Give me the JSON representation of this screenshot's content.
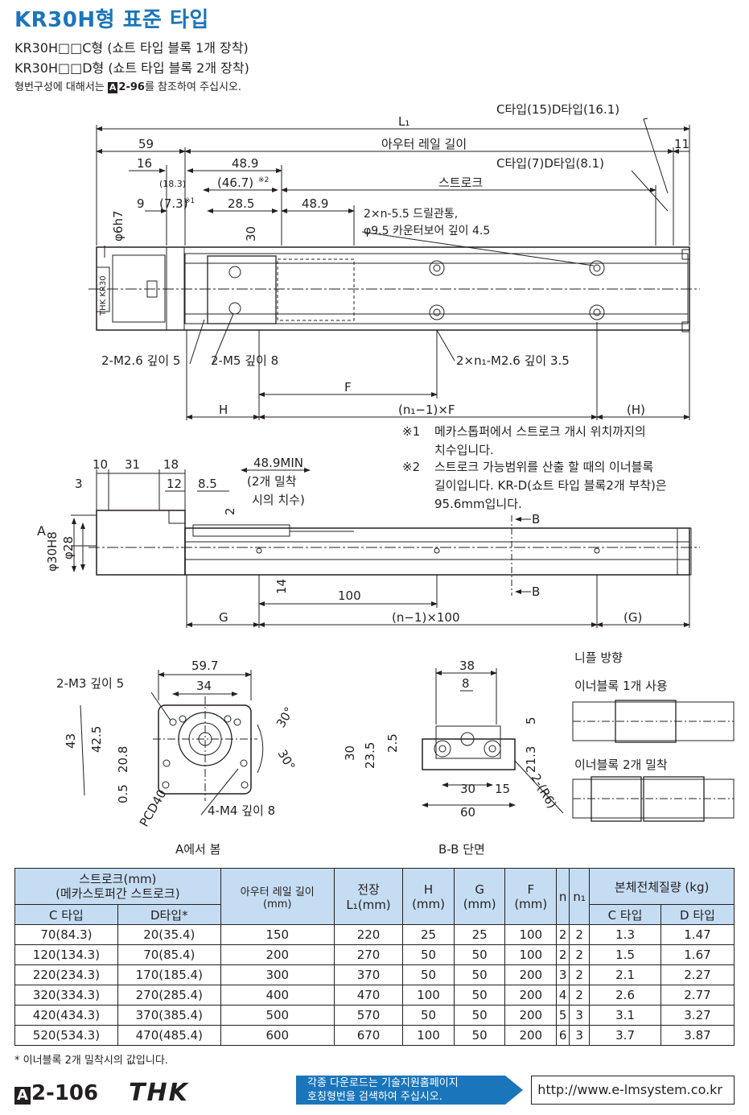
{
  "header": {
    "title": "KR30H형 표준 타입",
    "sub1": "KR30H□□C형 (쇼트 타입 블록 1개 장착)",
    "sub2": "KR30H□□D형 (쇼트 타입 블록 2개 장착)",
    "note_pre": "형번구성에 대해서는 ",
    "note_ref_mark": "A",
    "note_ref": "2-96",
    "note_post": "를 참조하여 주십시오."
  },
  "top_view": {
    "L1": "L₁",
    "d59": "59",
    "outer_rail": "아우터 레일 길이",
    "d11": "11",
    "c15": "C타입(15)D타입(16.1)",
    "c7": "C타입(7)D타입(8.1)",
    "d16": "16",
    "d18_3": "(18.3)",
    "d48_9": "48.9",
    "d46_7": "(46.7)",
    "mark2": "※2",
    "stroke": "스트로크",
    "d9": "9",
    "d7_3": "(7.3)",
    "mark1": "※1",
    "d28_5": "28.5",
    "d48_9b": "48.9",
    "drill1": "2×n-5.5 드릴관통,",
    "drill2": "φ9.5 카운터보어 깊이 4.5",
    "phi6h7": "φ6h7",
    "d30": "30",
    "label_thk": "THK KR30",
    "m26": "2-M2.6 깊이 5",
    "m5": "2-M5 깊이 8",
    "n1m26": "2×n₁-M2.6 깊이 3.5",
    "F": "F",
    "H": "H",
    "n1F": "(n₁−1)×F",
    "Hp": "(H)"
  },
  "notes": {
    "n1_mark": "※1",
    "n1_a": "메카스톱퍼에서 스트로크 개시 위치까지의",
    "n1_b": "치수입니다.",
    "n2_mark": "※2",
    "n2_a": "스트로크 가능범위를 산출 할 때의 이너블록",
    "n2_b": "길이입니다. KR-D(쇼트 타입 블록2개 부착)은",
    "n2_c": "95.6mm입니다."
  },
  "side_view": {
    "d10": "10",
    "d31": "31",
    "d18": "18",
    "d3": "3",
    "d12": "12",
    "d8_5": "8.5",
    "min": "48.9MIN",
    "min2": "(2개 밀착",
    "min3": "시의 치수)",
    "d2": "2",
    "A": "A",
    "phi30": "φ30H8",
    "phi28": "φ28",
    "B": "B",
    "d14": "14",
    "d100": "100",
    "G": "G",
    "n100": "(n−1)×100",
    "Gp": "(G)"
  },
  "view_a": {
    "d59_7": "59.7",
    "m3": "2-M3 깊이 5",
    "d34": "34",
    "d43": "43",
    "d42_5": "42.5",
    "d20_8": "20.8",
    "d0_5": "0.5",
    "a30a": "30°",
    "a30b": "30°",
    "pcd": "PCD40",
    "m4": "4-M4 깊이 8",
    "caption": "A에서 봄"
  },
  "section_bb": {
    "d38": "38",
    "d8": "8",
    "d5": "5",
    "d30": "30",
    "d23_5": "23.5",
    "d2_5": "2.5",
    "d21_3": "21.3",
    "d30b": "30",
    "d15": "15",
    "r6": "2-(R6)",
    "d60": "60",
    "caption": "B-B 단면"
  },
  "nipple": {
    "title": "니플 방향",
    "one": "이너블록 1개 사용",
    "two": "이너블록 2개 밀착"
  },
  "table": {
    "h_stroke": "스트로크(mm)",
    "h_stroke2": "(메카스토퍼간 스트로크)",
    "h_c": "C 타입",
    "h_d": "D타입*",
    "h_rail": "아우터 레일 길이",
    "h_rail_unit": "(mm)",
    "h_len": "전장",
    "h_len2": "L₁(mm)",
    "h_H": "H",
    "h_G": "G",
    "h_F": "F",
    "h_unit": "(mm)",
    "h_n": "n",
    "h_n1": "n₁",
    "h_mass": "본체전체질량 (kg)",
    "h_mc": "C 타입",
    "h_md": "D 타입",
    "rows": [
      [
        "70(84.3)",
        "20(35.4)",
        "150",
        "220",
        "25",
        "25",
        "100",
        "2",
        "2",
        "1.3",
        "1.47"
      ],
      [
        "120(134.3)",
        "70(85.4)",
        "200",
        "270",
        "50",
        "50",
        "100",
        "2",
        "2",
        "1.5",
        "1.67"
      ],
      [
        "220(234.3)",
        "170(185.4)",
        "300",
        "370",
        "50",
        "50",
        "200",
        "3",
        "2",
        "2.1",
        "2.27"
      ],
      [
        "320(334.3)",
        "270(285.4)",
        "400",
        "470",
        "100",
        "50",
        "200",
        "4",
        "2",
        "2.6",
        "2.77"
      ],
      [
        "420(434.3)",
        "370(385.4)",
        "500",
        "570",
        "50",
        "50",
        "200",
        "5",
        "3",
        "3.1",
        "3.27"
      ],
      [
        "520(534.3)",
        "470(485.4)",
        "600",
        "670",
        "100",
        "50",
        "200",
        "6",
        "3",
        "3.7",
        "3.87"
      ]
    ]
  },
  "footer": {
    "footnote": "* 이너블록 2개 밀착시의 값입니다.",
    "page_mark": "A",
    "page": "2-106",
    "brand": "THK",
    "dl1": "각종 다운로드는 기술지원홈페이지",
    "dl2": "호칭형번을 검색하여 주십시오.",
    "url": "http://www.e-lmsystem.co.kr"
  },
  "colors": {
    "title": "#1b75bb",
    "table_header": "#c5ddf2",
    "line": "#231f20"
  }
}
